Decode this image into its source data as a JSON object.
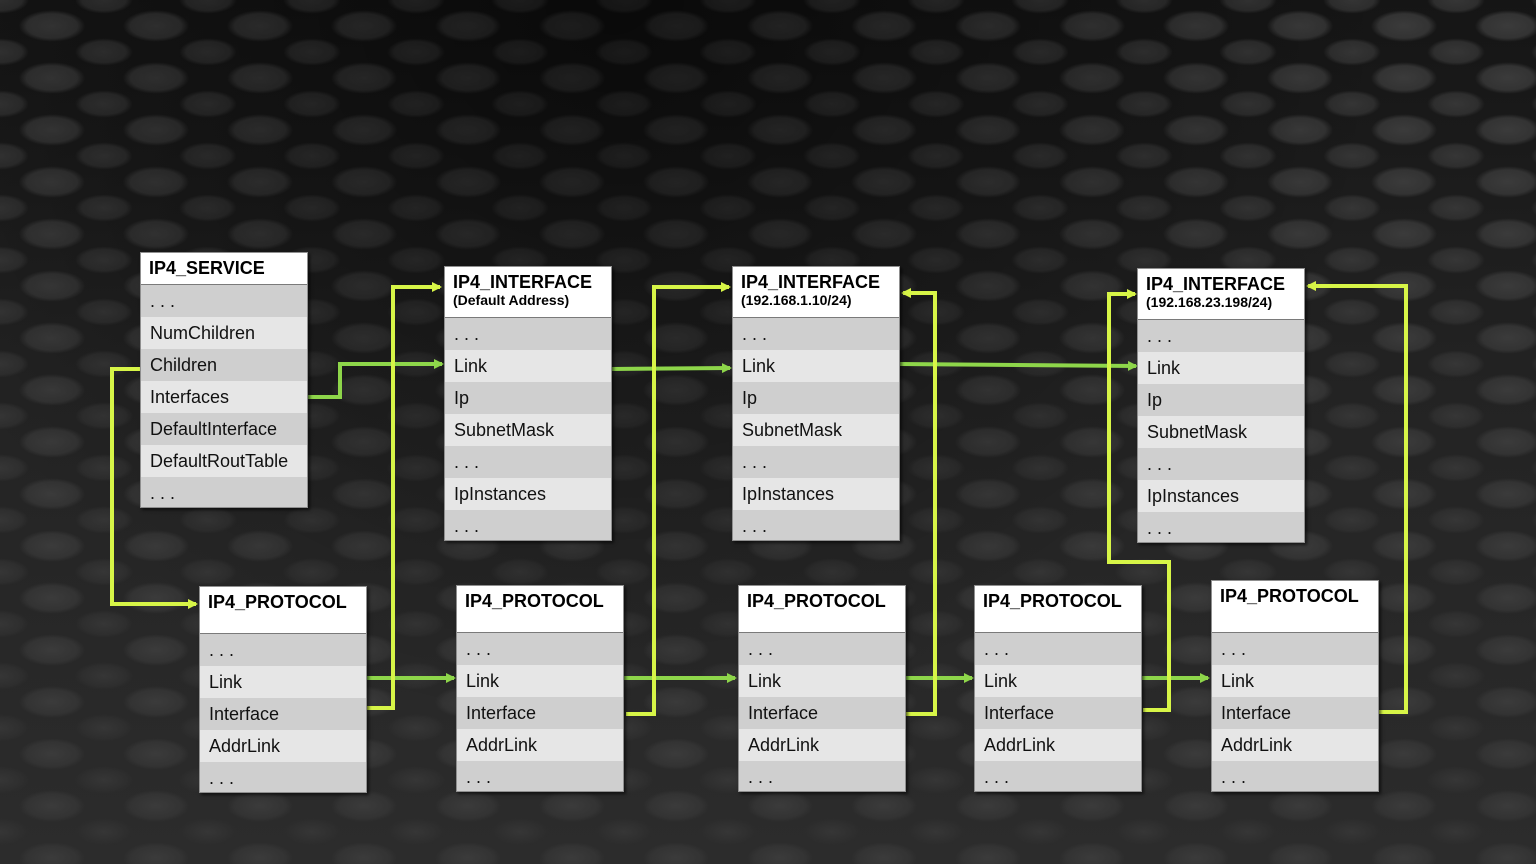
{
  "colors": {
    "wire_yellow": "#d7f547",
    "wire_green": "#8ed64a",
    "row_dark": "#cfcfcf",
    "row_light": "#e6e6e6"
  },
  "boxes": {
    "service": {
      "title": "IP4_SERVICE",
      "rows": [
        ". . .",
        "NumChildren",
        "Children",
        "Interfaces",
        "DefaultInterface",
        "DefaultRoutTable",
        ". . ."
      ]
    },
    "iface1": {
      "title": "IP4_INTERFACE",
      "subtitle": "(Default Address)",
      "rows": [
        ". . .",
        "Link",
        "Ip",
        "SubnetMask",
        ". . .",
        "IpInstances",
        ". . ."
      ]
    },
    "iface2": {
      "title": "IP4_INTERFACE",
      "subtitle": "(192.168.1.10/24)",
      "rows": [
        ". . .",
        "Link",
        "Ip",
        "SubnetMask",
        ". . .",
        "IpInstances",
        ". . ."
      ]
    },
    "iface3": {
      "title": "IP4_INTERFACE",
      "subtitle": "(192.168.23.198/24)",
      "rows": [
        ". . .",
        "Link",
        "Ip",
        "SubnetMask",
        ". . .",
        "IpInstances",
        ". . ."
      ]
    },
    "proto1": {
      "title": "IP4_PROTOCOL",
      "rows": [
        ". . .",
        "Link",
        "Interface",
        "AddrLink",
        ". . ."
      ]
    },
    "proto2": {
      "title": "IP4_PROTOCOL",
      "rows": [
        ". . .",
        "Link",
        "Interface",
        "AddrLink",
        ". . ."
      ]
    },
    "proto3": {
      "title": "IP4_PROTOCOL",
      "rows": [
        ". . .",
        "Link",
        "Interface",
        "AddrLink",
        ". . ."
      ]
    },
    "proto4": {
      "title": "IP4_PROTOCOL",
      "rows": [
        ". . .",
        "Link",
        "Interface",
        "AddrLink",
        ". . ."
      ]
    },
    "proto5": {
      "title": "IP4_PROTOCOL",
      "rows": [
        ". . .",
        "Link",
        "Interface",
        "AddrLink",
        ". . ."
      ]
    }
  }
}
